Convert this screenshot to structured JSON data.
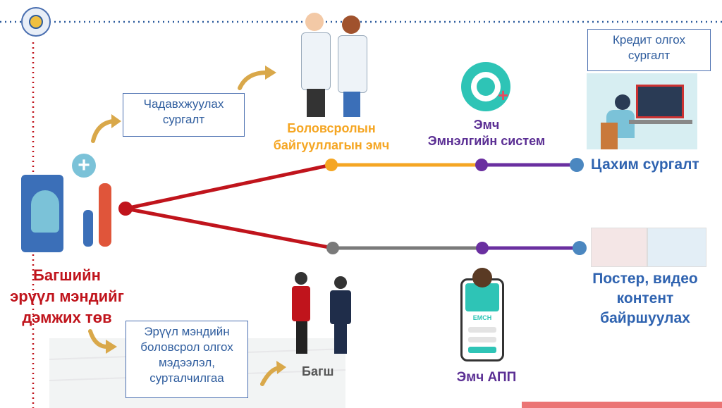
{
  "center": {
    "title_lines": [
      "Багшийн",
      "эрүүл мэндийг",
      "дэмжих төв"
    ]
  },
  "boxes": {
    "training": [
      "Чадавхжуулах",
      "сургалт"
    ],
    "credit": [
      "Кредит олгох",
      "сургалт"
    ],
    "health_info": [
      "Эрүүл мэндийн",
      "боловсрол олгох",
      "мэдээлэл,",
      "сурталчилгаа"
    ]
  },
  "labels": {
    "school_doctor": [
      "Боловсролын",
      "байгууллагын эмч"
    ],
    "doctor_system": [
      "Эмч",
      "Эмнэлгийн систем"
    ],
    "e_learning": "Цахим сургалт",
    "poster": [
      "Постер, видео",
      "контент",
      "байршуулах"
    ],
    "teacher": "Багш",
    "doctor_app": "Эмч АПП"
  },
  "phone_brand": "EMCH",
  "colors": {
    "red": "#c0141c",
    "orange": "#f5a623",
    "purple": "#6a2fa0",
    "blue_dot": "#4b87c0",
    "gray": "#7a7a7a",
    "box_border": "#4a6fb0",
    "dotted": "#2f5d9e"
  }
}
